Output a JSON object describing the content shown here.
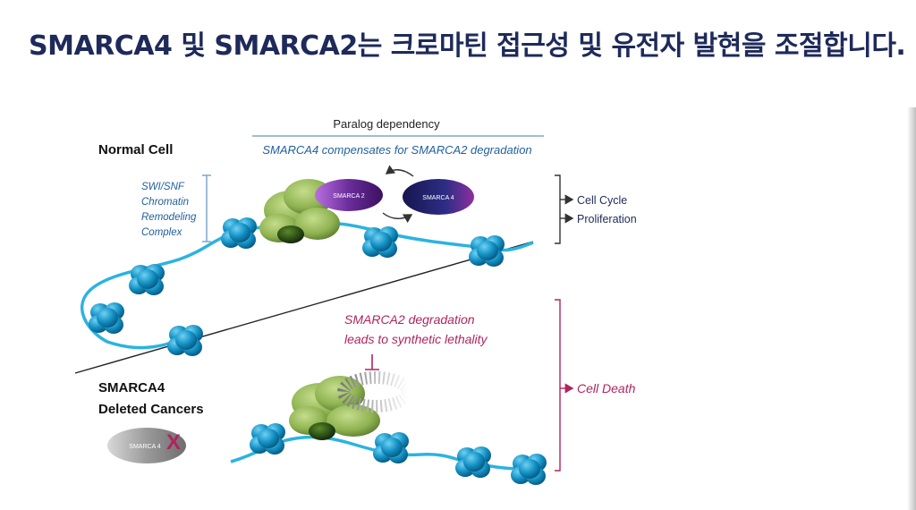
{
  "slide": {
    "title": "SMARCA4 및 SMARCA2는 크로마틴 접근성 및 유전자 발현을 조절합니다."
  },
  "diagram": {
    "paralog_heading": "Paralog dependency",
    "paralog_subheading": "SMARCA4 compensates for SMARCA2 degradation",
    "normal_cell_label": "Normal Cell",
    "swisnf_label_lines": [
      "SWI/SNF",
      "Chromatin",
      "Remodeling",
      "Complex"
    ],
    "smarca2_blob_label": "SMARCA 2",
    "smarca4_blob_label": "SMARCA 4",
    "outcome_normal": [
      "Cell Cycle",
      "Proliferation"
    ],
    "degradation_note_lines": [
      "SMARCA2 degradation",
      "leads to synthetic lethality"
    ],
    "smarca4_deleted_lines": [
      "SMARCA4",
      "Deleted Cancers"
    ],
    "deleted_blob_label": "SMARCA 4",
    "deleted_mark": "X",
    "outcome_cancer": "Cell Death"
  },
  "colors": {
    "title": "#1e2a5a",
    "dna": "#2bb3e0",
    "nucleosome": "#0f86b8",
    "complex_green": "#8fb351",
    "smarca2_purple": "#6a2d9a",
    "smarca4_navy": "#2a2a7a",
    "accent_magenta": "#b0245e",
    "label_blue": "#1f5f9e"
  }
}
